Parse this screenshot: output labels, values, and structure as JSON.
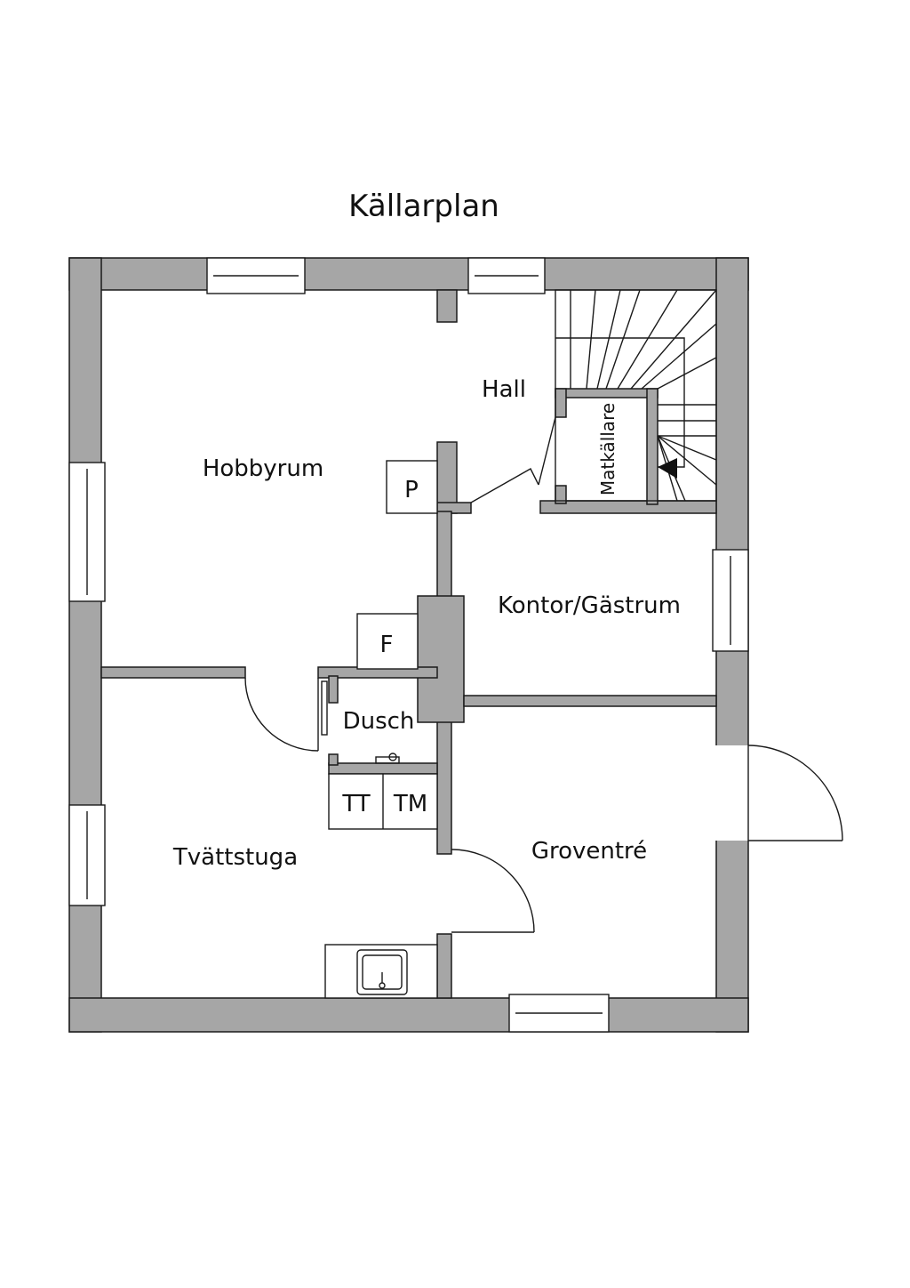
{
  "title": "Källarplan",
  "rooms": {
    "hobbyrum": "Hobbyrum",
    "hall": "Hall",
    "matkallare": "Matkällare",
    "kontor": "Kontor/Gästrum",
    "dusch": "Dusch",
    "tvattstuga": "Tvättstuga",
    "groventre": "Groventré"
  },
  "fixtures": {
    "p": "P",
    "f": "F",
    "tt": "TT",
    "tm": "TM"
  },
  "colors": {
    "wall": "#a6a6a6",
    "line": "#1a1a1a"
  }
}
